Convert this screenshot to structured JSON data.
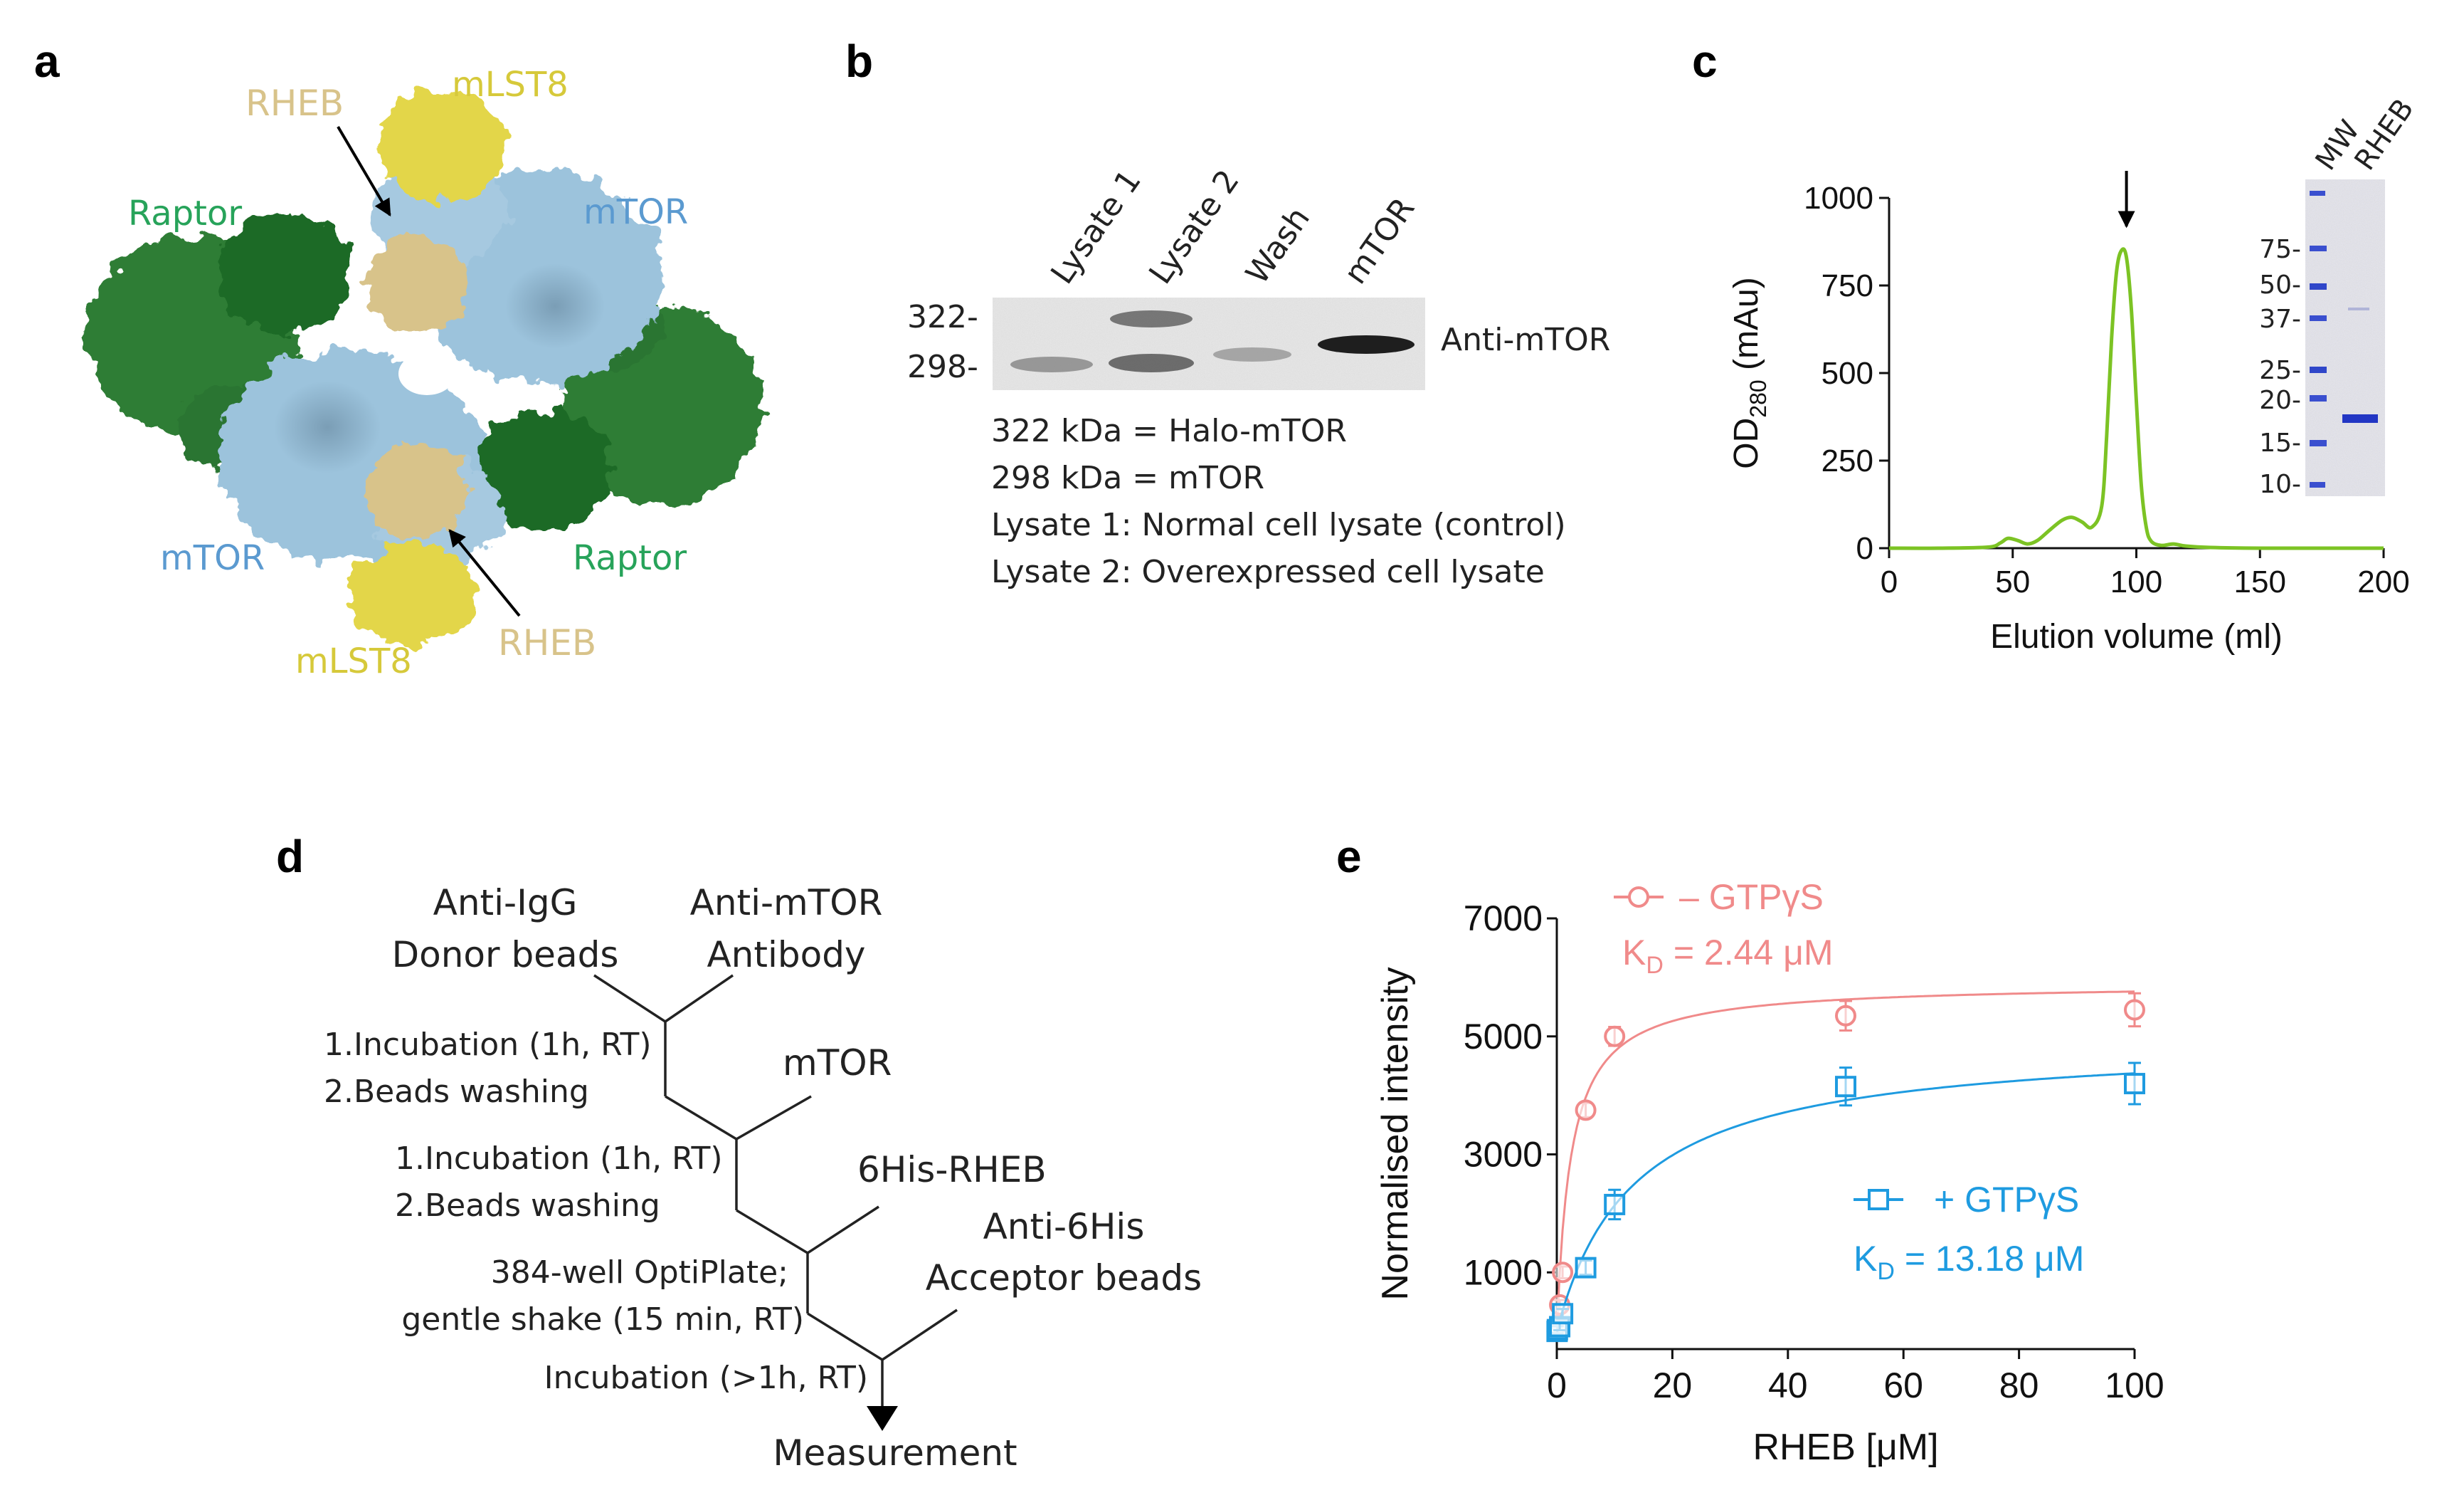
{
  "panels": {
    "a": {
      "letter": "a",
      "labels": {
        "rheb_top": "RHEB",
        "mlst8_top": "mLST8",
        "raptor_left": "Raptor",
        "mtor_right": "mTOR",
        "mtor_left": "mTOR",
        "raptor_right": "Raptor",
        "rheb_bottom": "RHEB",
        "mlst8_bottom": "mLST8"
      },
      "colors": {
        "mtor": "#9cc3dc",
        "raptor": "#2e7d32",
        "rheb": "#d8c38a",
        "mlst8": "#e3d64a"
      }
    },
    "b": {
      "letter": "b",
      "lanes": [
        "Lysate 1",
        "Lysate 2",
        "Wash",
        "mTOR"
      ],
      "markers": [
        "322-",
        "298-"
      ],
      "blot_label": "Anti-mTOR",
      "legend": [
        "322 kDa = Halo-mTOR",
        "298 kDa = mTOR",
        "Lysate 1: Normal cell lysate (control)",
        "Lysate 2: Overexpressed cell lysate"
      ]
    },
    "c": {
      "letter": "c",
      "gel_headers": [
        "MW",
        "RHEB"
      ],
      "gel_markers": [
        "75-",
        "50-",
        "37-",
        "25-",
        "20-",
        "15-",
        "10-"
      ]
    },
    "d": {
      "letter": "d",
      "labels": {
        "anti_igg_1": "Anti-IgG",
        "anti_igg_2": "Donor beads",
        "anti_mtor_1": "Anti-mTOR",
        "anti_mtor_2": "Antibody",
        "step1_a": "1.Incubation (1h, RT)",
        "step1_b": "2.Beads washing",
        "mtor": "mTOR",
        "step2_a": "1.Incubation (1h, RT)",
        "step2_b": "2.Beads washing",
        "his_rheb": "6His-RHEB",
        "step3_a": "384-well OptiPlate;",
        "step3_b": "gentle shake (15 min, RT)",
        "anti_6his_1": "Anti-6His",
        "anti_6his_2": "Acceptor beads",
        "step4": "Incubation (>1h, RT)",
        "measurement": "Measurement"
      }
    },
    "e": {
      "letter": "e",
      "series_labels": {
        "minus_name": "– GTPγS",
        "minus_kd_prefix": "K",
        "minus_kd_sub": "D",
        "minus_kd_value": " = 2.44 μM",
        "plus_name": "+ GTPγS",
        "plus_kd_prefix": "K",
        "plus_kd_sub": "D",
        "plus_kd_value": " = 13.18 μM"
      }
    }
  },
  "chart_data": [
    {
      "type": "line",
      "xlabel": "Elution volume (ml)",
      "ylabel_main": "OD",
      "ylabel_sub": "280",
      "ylabel_unit": " (mAu)",
      "xlim": [
        0,
        200
      ],
      "ylim": [
        0,
        1000
      ],
      "xticks": [
        0,
        50,
        100,
        150,
        200
      ],
      "yticks": [
        0,
        250,
        500,
        750,
        1000
      ],
      "grid": false,
      "series": [
        {
          "color": "#7cc324",
          "x": [
            0,
            20,
            40,
            45,
            48,
            52,
            56,
            60,
            65,
            70,
            74,
            78,
            82,
            86,
            88,
            90,
            92,
            94,
            96,
            98,
            100,
            102,
            104,
            106,
            110,
            115,
            120,
            130,
            150,
            180,
            200
          ],
          "y": [
            0,
            0,
            3,
            15,
            28,
            22,
            12,
            22,
            52,
            80,
            88,
            75,
            60,
            120,
            320,
            600,
            790,
            850,
            830,
            680,
            420,
            180,
            60,
            20,
            8,
            12,
            6,
            2,
            0,
            0,
            0
          ]
        }
      ],
      "annotations": [
        {
          "type": "arrow",
          "x": 96
        }
      ]
    },
    {
      "type": "scatter",
      "xlabel": "RHEB [μM]",
      "ylabel": "Normalised intensity",
      "xlim": [
        0,
        100
      ],
      "ylim": [
        -300,
        7000
      ],
      "xticks": [
        0,
        20,
        40,
        60,
        80,
        100
      ],
      "yticks": [
        1000,
        3000,
        5000,
        7000
      ],
      "grid": false,
      "series": [
        {
          "marker": "circle",
          "color": "#f08a8a",
          "kd": 2.44,
          "bmax": 5900,
          "x": [
            0.05,
            0.1,
            0.5,
            1,
            5,
            10,
            50,
            100
          ],
          "y": [
            0,
            100,
            450,
            1000,
            3750,
            5000,
            5350,
            5450
          ],
          "err": [
            80,
            80,
            80,
            100,
            120,
            160,
            250,
            280
          ]
        },
        {
          "marker": "square",
          "color": "#1e9be0",
          "kd": 13.18,
          "bmax": 4950,
          "x": [
            0.05,
            0.1,
            0.5,
            1,
            5,
            10,
            50,
            100
          ],
          "y": [
            0,
            30,
            80,
            300,
            1080,
            2150,
            4150,
            4200
          ],
          "err": [
            60,
            60,
            60,
            80,
            120,
            250,
            320,
            350
          ]
        }
      ]
    }
  ]
}
